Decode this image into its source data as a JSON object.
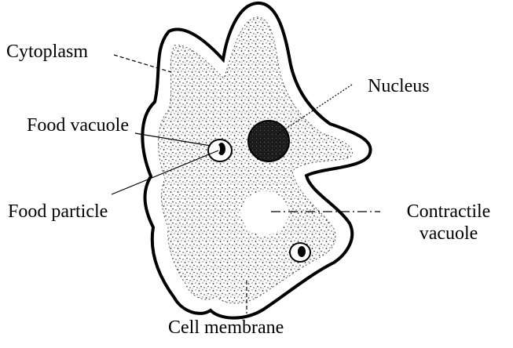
{
  "diagram": {
    "labels": {
      "cytoplasm": "Cytoplasm",
      "nucleus": "Nucleus",
      "food_vacuole": "Food vacuole",
      "food_particle": "Food particle",
      "contractile_vacuole_line1": "Contractile",
      "contractile_vacuole_line2": "vacuole",
      "cell_membrane": "Cell membrane"
    },
    "colors": {
      "ink": "#000000",
      "paper": "#ffffff",
      "cytoplasm_fill": "#e6e6e6",
      "nucleus_fill": "#1a1a1a"
    }
  }
}
